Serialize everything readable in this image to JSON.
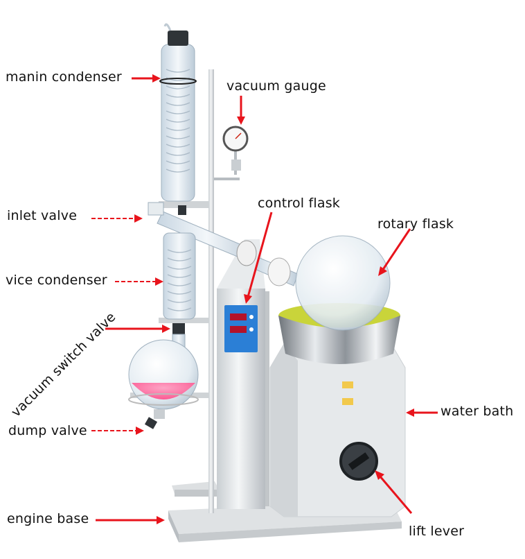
{
  "labels": {
    "main_condenser": "manin condenser",
    "vacuum_gauge": "vacuum gauge",
    "control_flask": "control flask",
    "rotary_flask": "rotary flask",
    "inlet_valve": "inlet valve",
    "vice_condenser": "vice condenser",
    "vacuum_switch_valve": "vacuum switch valve",
    "dump_valve": "dump valve",
    "water_bath": "water bath",
    "engine_base": "engine base",
    "lift_lever": "lift lever"
  },
  "colors": {
    "arrow": "#e8141c",
    "metal_light": "#e9ecee",
    "metal_dark": "#9aa0a6",
    "glass": "#d7e4ee",
    "liquid_pink": "#ff4f8d",
    "liquid_yellow": "#c9d43a",
    "panel_blue": "#2b7fd6"
  }
}
